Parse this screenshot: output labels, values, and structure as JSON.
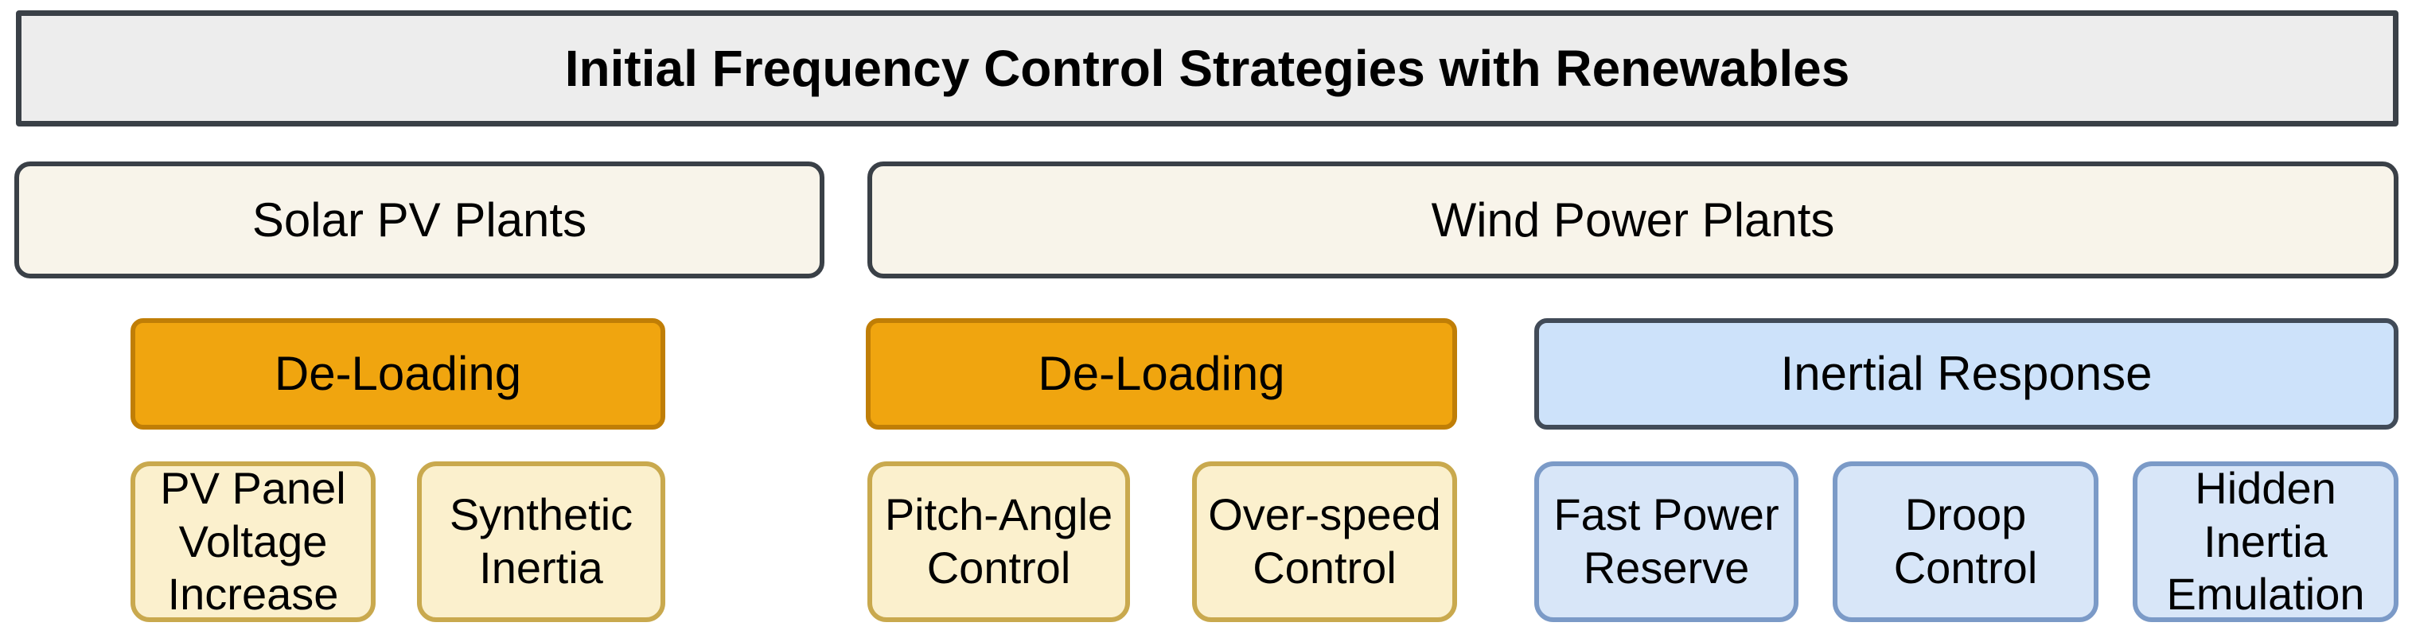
{
  "diagram": {
    "title": "Initial Frequency Control Strategies with Renewables",
    "plants": {
      "solar": {
        "label": "Solar PV Plants"
      },
      "wind": {
        "label": "Wind Power Plants"
      }
    },
    "strategies": {
      "deload_solar": {
        "label": "De-Loading"
      },
      "deload_wind": {
        "label": "De-Loading"
      },
      "inertial": {
        "label": "Inertial Response"
      }
    },
    "methods": {
      "pv_panel": {
        "label": "PV Panel Voltage Increase"
      },
      "synthetic": {
        "label": "Synthetic Inertia"
      },
      "pitch": {
        "label": "Pitch-Angle Control"
      },
      "overspeed": {
        "label": "Over-speed Control"
      },
      "fast": {
        "label": "Fast Power Reserve"
      },
      "droop": {
        "label": "Droop Control"
      },
      "hidden": {
        "label": "Hidden Inertia Emulation"
      }
    }
  },
  "colors": {
    "header_fill": "#ededed",
    "header_border": "#3a4047",
    "plant_fill": "#f8f4ea",
    "plant_border": "#3a4047",
    "deload_fill": "#f0a50f",
    "deload_border": "#c07e06",
    "inertial_fill": "#cde2fa",
    "inertial_border": "#414b58",
    "method_yellow_fill": "#fbf0cd",
    "method_yellow_border": "#c9a94e",
    "method_blue_fill": "#d8e6f8",
    "method_blue_border": "#7b9ac7",
    "text_color": "#000000"
  }
}
